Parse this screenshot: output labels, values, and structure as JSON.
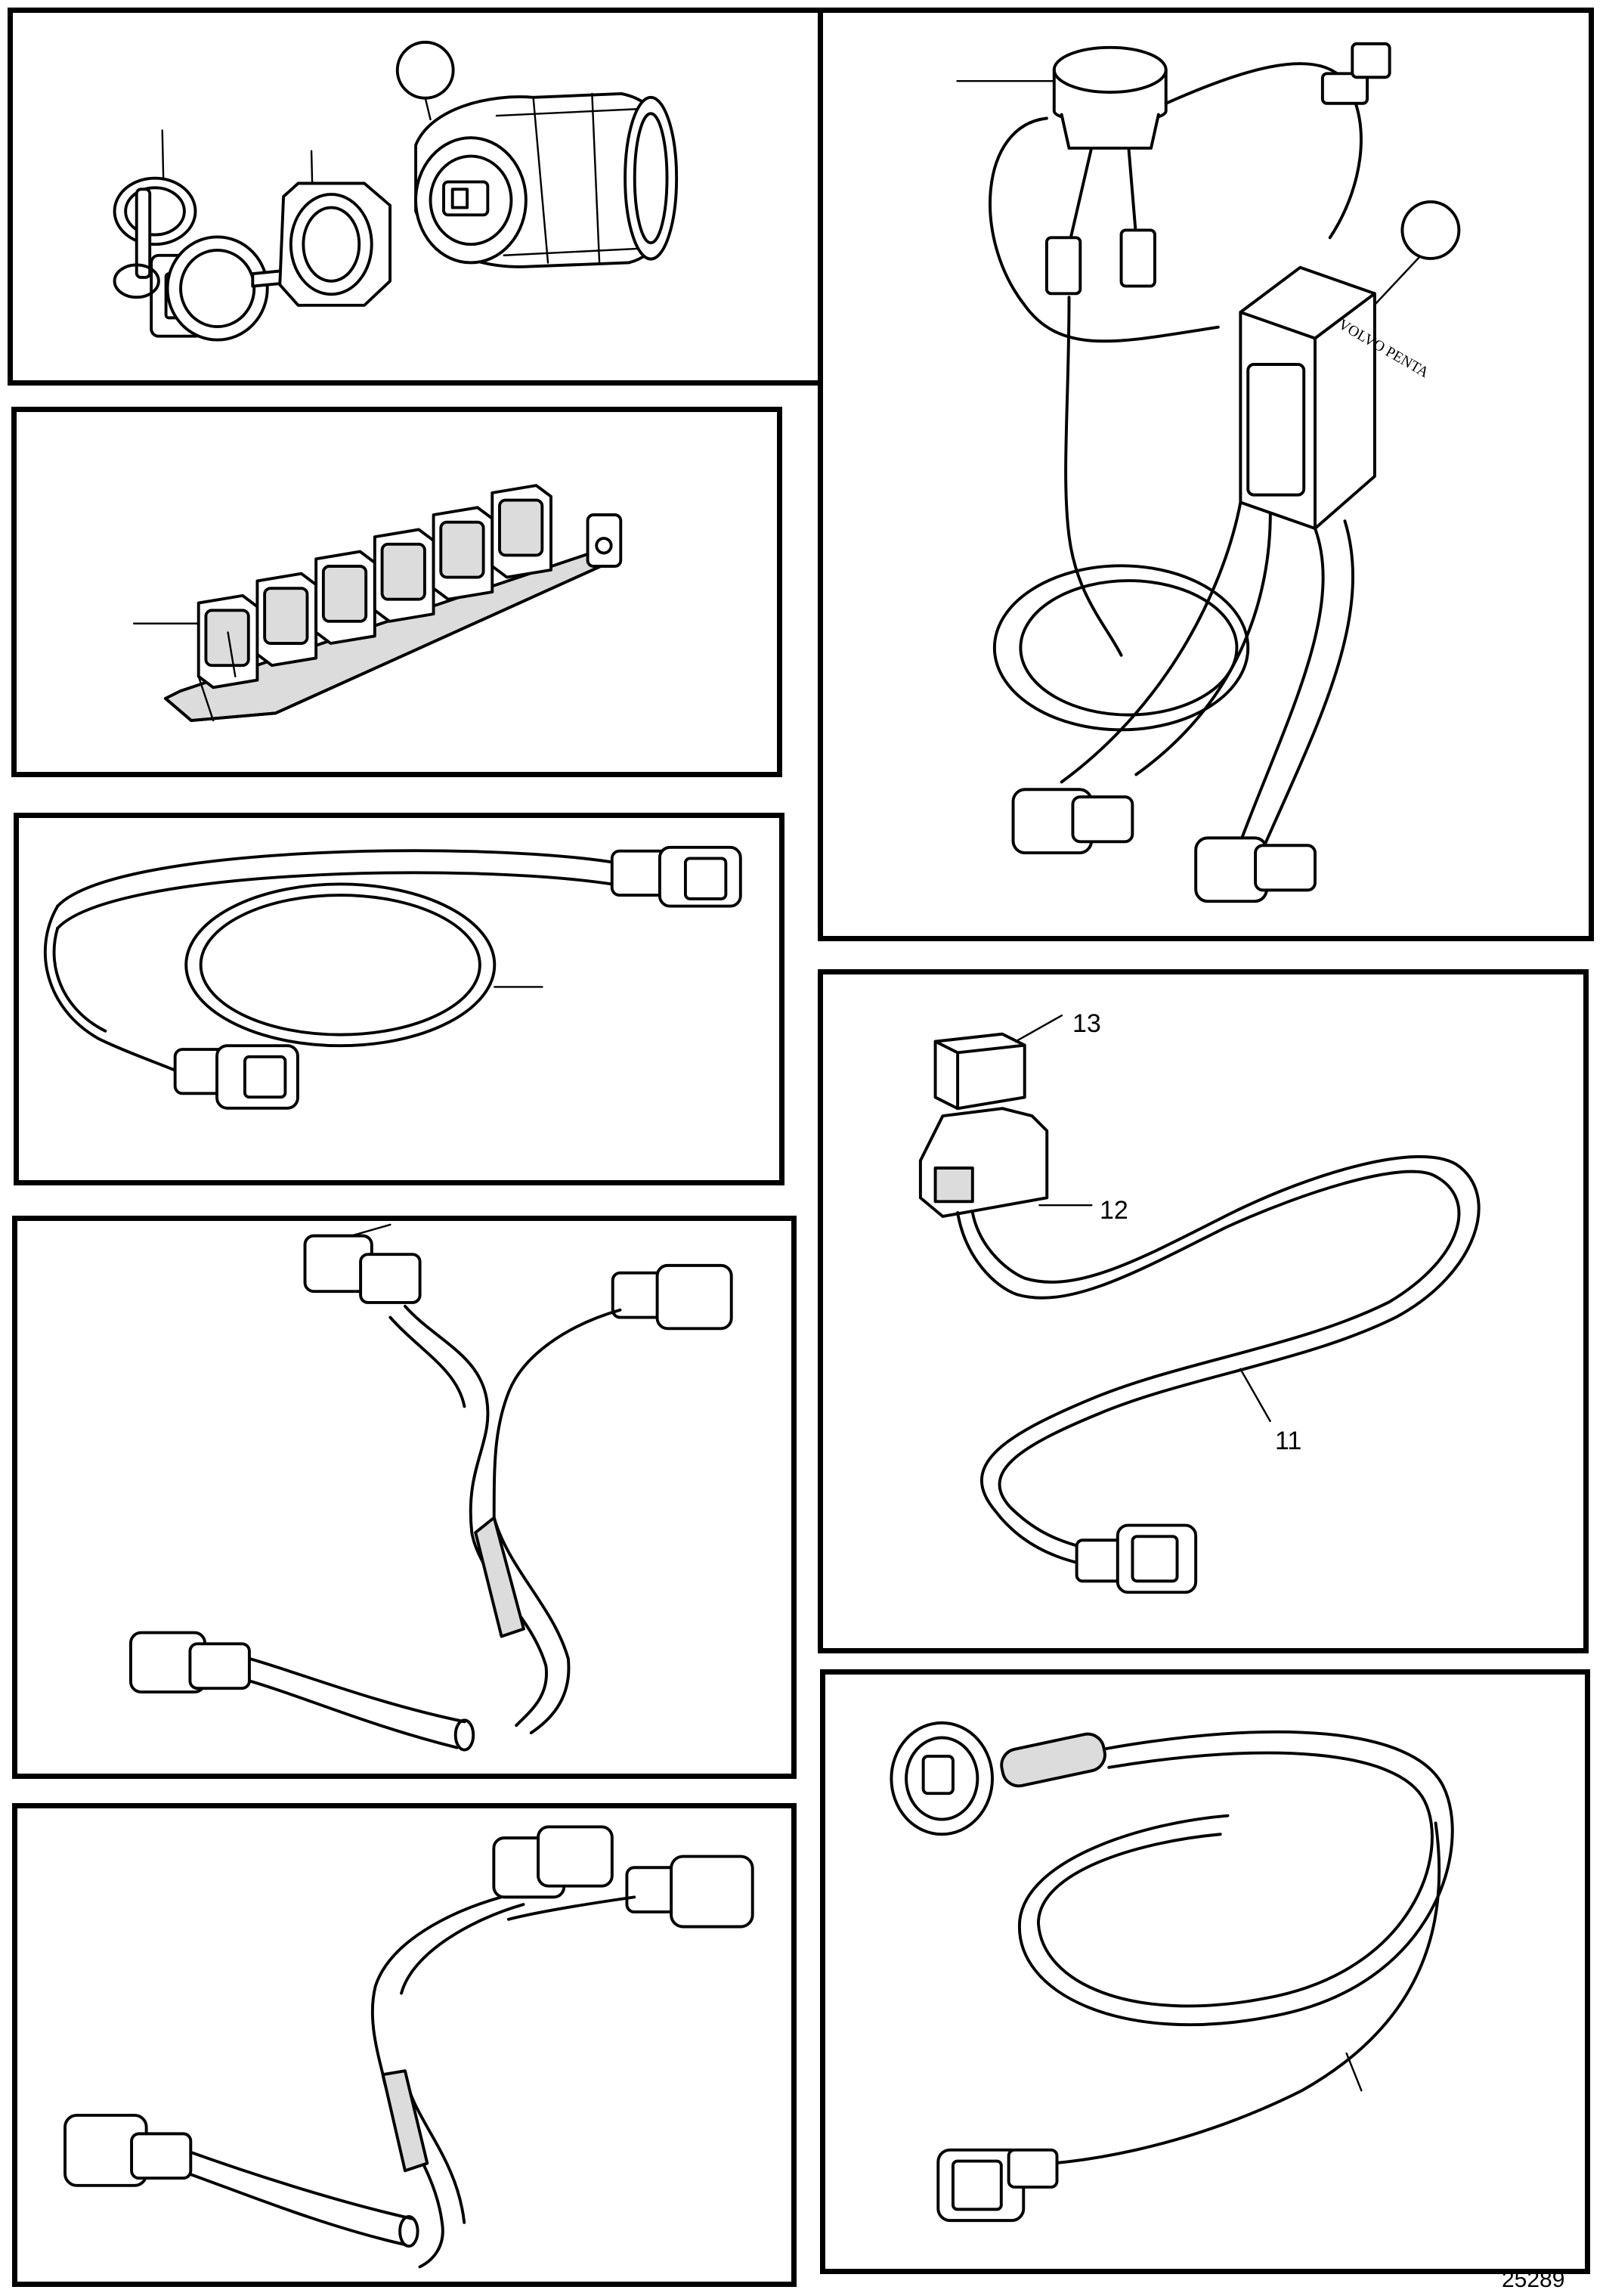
{
  "figure": {
    "number": "25289"
  },
  "callouts": {
    "relay": "13",
    "relay_holder": "12",
    "relay_cable": "11"
  },
  "panels": [
    {
      "id": "ignition-switch",
      "content": "ignition switch with keys, nut and cylinder"
    },
    {
      "id": "connector-block",
      "content": "six-way connector block"
    },
    {
      "id": "extension-cable",
      "content": "extension cable with two 6-pin connectors"
    },
    {
      "id": "y-split-cable-a",
      "content": "Y-split cable"
    },
    {
      "id": "y-split-cable-b",
      "content": "Y-split cable"
    },
    {
      "id": "alarm-unit",
      "content": "buzzer and control unit harness"
    },
    {
      "id": "relay-kit",
      "content": "relay, relay holder and cable"
    },
    {
      "id": "ignition-cable",
      "content": "cable with round plug"
    }
  ],
  "brand": {
    "unit_label": "VOLVO PENTA"
  }
}
